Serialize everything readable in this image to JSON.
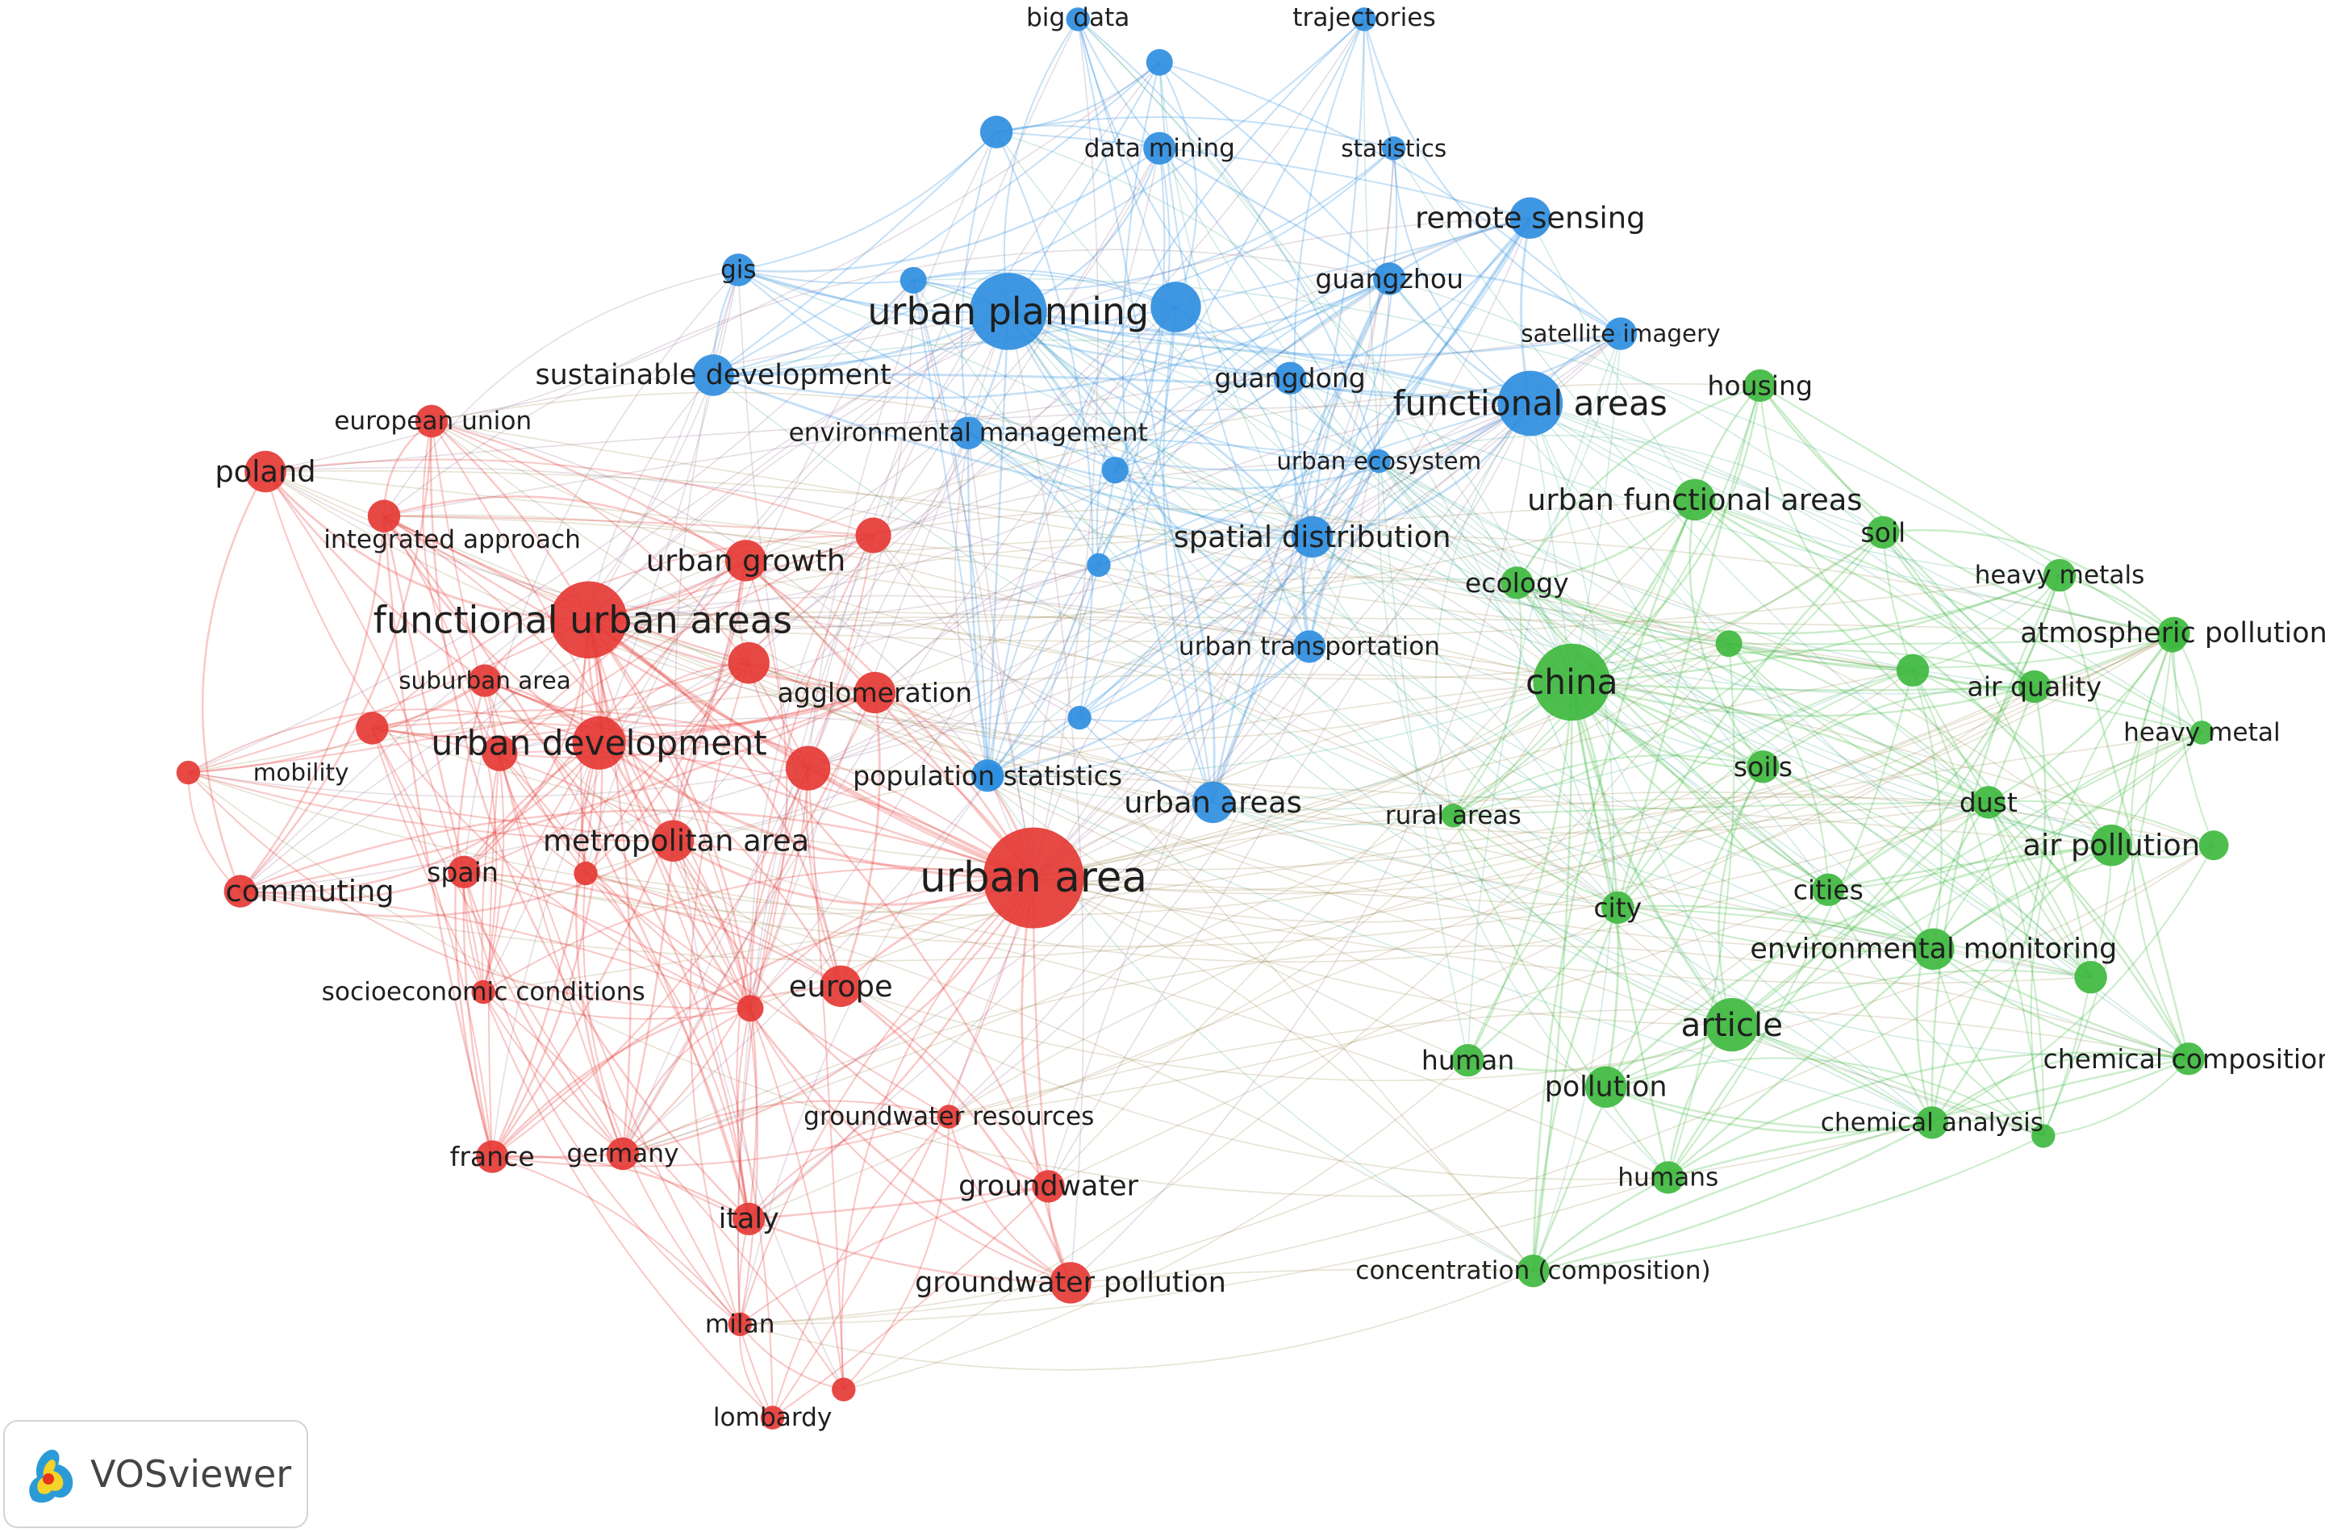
{
  "brand": {
    "name": "VOSviewer",
    "icon": "vosviewer-logo-icon"
  },
  "colors": {
    "red": "#e53935",
    "blue": "#2f8ee0",
    "green": "#3fb93f",
    "background": "#ffffff"
  },
  "clusters": [
    {
      "id": "red",
      "color": "#e53935"
    },
    {
      "id": "blue",
      "color": "#2f8ee0"
    },
    {
      "id": "green",
      "color": "#3fb93f"
    }
  ],
  "nodes": [
    {
      "id": "big-data",
      "label": "big data",
      "cluster": "blue",
      "weight": 1
    },
    {
      "id": "trajectories",
      "label": "trajectories",
      "cluster": "blue",
      "weight": 1
    },
    {
      "id": "data-mining",
      "label": "data mining",
      "cluster": "blue",
      "weight": 2
    },
    {
      "id": "statistics",
      "label": "statistics",
      "cluster": "blue",
      "weight": 1
    },
    {
      "id": "remote-sensing",
      "label": "remote sensing",
      "cluster": "blue",
      "weight": 3
    },
    {
      "id": "gis",
      "label": "gis",
      "cluster": "blue",
      "weight": 2
    },
    {
      "id": "urban-planning",
      "label": "urban planning",
      "cluster": "blue",
      "weight": 6
    },
    {
      "id": "guangzhou",
      "label": "guangzhou",
      "cluster": "blue",
      "weight": 2
    },
    {
      "id": "satellite-imagery",
      "label": "satellite imagery",
      "cluster": "blue",
      "weight": 2
    },
    {
      "id": "sustainable-development",
      "label": "sustainable development",
      "cluster": "blue",
      "weight": 3
    },
    {
      "id": "guangdong",
      "label": "guangdong",
      "cluster": "blue",
      "weight": 2
    },
    {
      "id": "functional-areas",
      "label": "functional areas",
      "cluster": "blue",
      "weight": 5
    },
    {
      "id": "environmental-management",
      "label": "environmental management",
      "cluster": "blue",
      "weight": 2
    },
    {
      "id": "urban-ecosystem",
      "label": "urban ecosystem",
      "cluster": "blue",
      "weight": 1
    },
    {
      "id": "spatial-distribution",
      "label": "spatial distribution",
      "cluster": "blue",
      "weight": 3
    },
    {
      "id": "urban-transportation",
      "label": "urban transportation",
      "cluster": "blue",
      "weight": 2
    },
    {
      "id": "population-statistics",
      "label": "population statistics",
      "cluster": "blue",
      "weight": 2
    },
    {
      "id": "urban-areas",
      "label": "urban areas",
      "cluster": "blue",
      "weight": 3
    },
    {
      "id": "european-union",
      "label": "european union",
      "cluster": "red",
      "weight": 2
    },
    {
      "id": "poland",
      "label": "poland",
      "cluster": "red",
      "weight": 3
    },
    {
      "id": "integrated-approach",
      "label": "integrated approach",
      "cluster": "red",
      "weight": 2
    },
    {
      "id": "urban-growth",
      "label": "urban growth",
      "cluster": "red",
      "weight": 3
    },
    {
      "id": "functional-urban-areas",
      "label": "functional urban areas",
      "cluster": "red",
      "weight": 6
    },
    {
      "id": "suburban-area",
      "label": "suburban area",
      "cluster": "red",
      "weight": 2
    },
    {
      "id": "agglomeration",
      "label": "agglomeration",
      "cluster": "red",
      "weight": 3
    },
    {
      "id": "urban-development",
      "label": "urban development",
      "cluster": "red",
      "weight": 4
    },
    {
      "id": "mobility",
      "label": "mobility",
      "cluster": "red",
      "weight": 1
    },
    {
      "id": "metropolitan-area",
      "label": "metropolitan area",
      "cluster": "red",
      "weight": 3
    },
    {
      "id": "urban-area",
      "label": "urban area",
      "cluster": "red",
      "weight": 7
    },
    {
      "id": "commuting",
      "label": "commuting",
      "cluster": "red",
      "weight": 2
    },
    {
      "id": "spain",
      "label": "spain",
      "cluster": "red",
      "weight": 2
    },
    {
      "id": "europe",
      "label": "europe",
      "cluster": "red",
      "weight": 3
    },
    {
      "id": "socioeconomic-conditions",
      "label": "socioeconomic conditions",
      "cluster": "red",
      "weight": 1
    },
    {
      "id": "groundwater-resources",
      "label": "groundwater resources",
      "cluster": "red",
      "weight": 1
    },
    {
      "id": "france",
      "label": "france",
      "cluster": "red",
      "weight": 2
    },
    {
      "id": "germany",
      "label": "germany",
      "cluster": "red",
      "weight": 2
    },
    {
      "id": "groundwater",
      "label": "groundwater",
      "cluster": "red",
      "weight": 2
    },
    {
      "id": "italy",
      "label": "italy",
      "cluster": "red",
      "weight": 2
    },
    {
      "id": "groundwater-pollution",
      "label": "groundwater pollution",
      "cluster": "red",
      "weight": 3
    },
    {
      "id": "milan",
      "label": "milan",
      "cluster": "red",
      "weight": 1
    },
    {
      "id": "lombardy",
      "label": "lombardy",
      "cluster": "red",
      "weight": 1
    },
    {
      "id": "housing",
      "label": "housing",
      "cluster": "green",
      "weight": 2
    },
    {
      "id": "urban-functional-areas",
      "label": "urban functional areas",
      "cluster": "green",
      "weight": 3
    },
    {
      "id": "soil",
      "label": "soil",
      "cluster": "green",
      "weight": 2
    },
    {
      "id": "ecology",
      "label": "ecology",
      "cluster": "green",
      "weight": 2
    },
    {
      "id": "heavy-metals",
      "label": "heavy metals",
      "cluster": "green",
      "weight": 2
    },
    {
      "id": "atmospheric-pollution",
      "label": "atmospheric pollution",
      "cluster": "green",
      "weight": 2
    },
    {
      "id": "china",
      "label": "china",
      "cluster": "green",
      "weight": 6
    },
    {
      "id": "air-quality",
      "label": "air quality",
      "cluster": "green",
      "weight": 2
    },
    {
      "id": "heavy-metal",
      "label": "heavy metal",
      "cluster": "green",
      "weight": 1
    },
    {
      "id": "soils",
      "label": "soils",
      "cluster": "green",
      "weight": 2
    },
    {
      "id": "dust",
      "label": "dust",
      "cluster": "green",
      "weight": 2
    },
    {
      "id": "rural-areas",
      "label": "rural areas",
      "cluster": "green",
      "weight": 1
    },
    {
      "id": "air-pollution",
      "label": "air pollution",
      "cluster": "green",
      "weight": 3
    },
    {
      "id": "city",
      "label": "city",
      "cluster": "green",
      "weight": 2
    },
    {
      "id": "cities",
      "label": "cities",
      "cluster": "green",
      "weight": 2
    },
    {
      "id": "environmental-monitoring",
      "label": "environmental monitoring",
      "cluster": "green",
      "weight": 3
    },
    {
      "id": "article",
      "label": "article",
      "cluster": "green",
      "weight": 4
    },
    {
      "id": "human",
      "label": "human",
      "cluster": "green",
      "weight": 2
    },
    {
      "id": "pollution",
      "label": "pollution",
      "cluster": "green",
      "weight": 3
    },
    {
      "id": "chemical-composition",
      "label": "chemical composition",
      "cluster": "green",
      "weight": 2
    },
    {
      "id": "chemical-analysis",
      "label": "chemical analysis",
      "cluster": "green",
      "weight": 2
    },
    {
      "id": "humans",
      "label": "humans",
      "cluster": "green",
      "weight": 2
    },
    {
      "id": "concentration-composition",
      "label": "concentration (composition)",
      "cluster": "green",
      "weight": 2
    }
  ]
}
